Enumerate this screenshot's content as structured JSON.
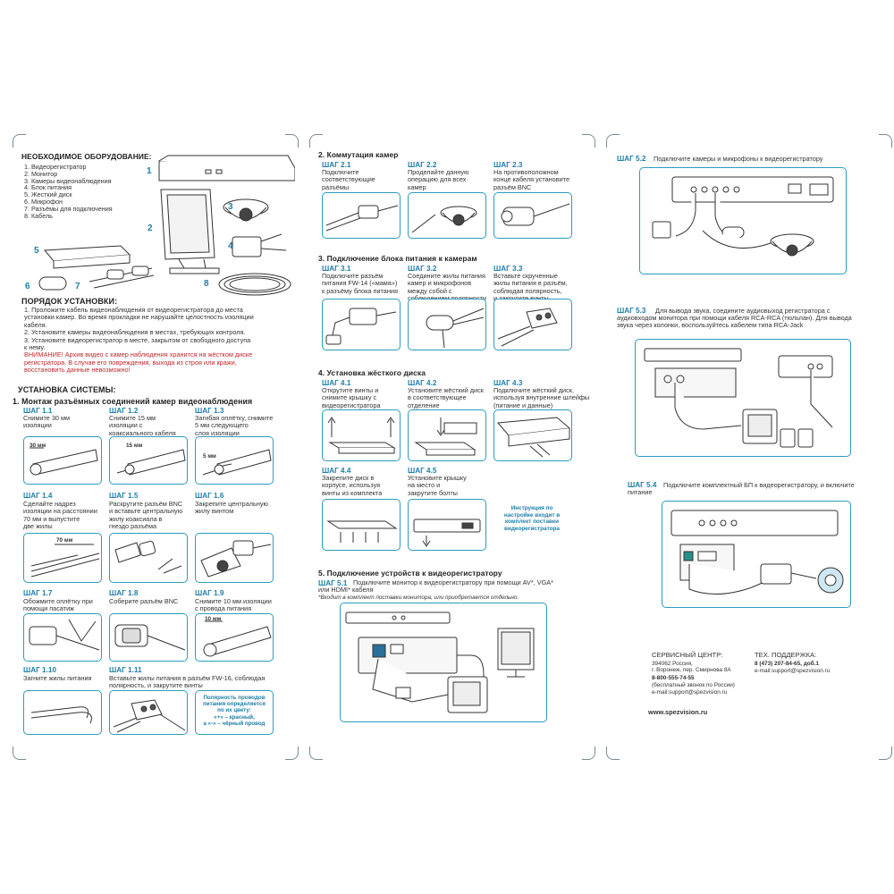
{
  "panel1": {
    "equipment_title": "НЕОБХОДИМОЕ ОБОРУДОВАНИЕ:",
    "equipment": [
      "1. Видеорегистратор",
      "2. Монитор",
      "3. Камеры видеонаблюдения",
      "4. Блок питания",
      "5. Жесткий диск",
      "6. Микрофон",
      "7. Разъёмы для подключения",
      "8. Кабель"
    ],
    "numbers": [
      "1",
      "2",
      "3",
      "4",
      "5",
      "6",
      "7",
      "8"
    ],
    "order_title": "ПОРЯДОК УСТАНОВКИ:",
    "order_lines": [
      "1. Проложите кабель видеонаблюдения от видеорегистратора до места",
      "установки камер. Во время прокладки не нарушайте целостность изоляции",
      "кабеля.",
      "2. Установите камеры видеонаблюдения в местах, требующих контроля.",
      "3. Установите видеорегистратор в месте, закрытом от свободного доступа",
      "к нему."
    ],
    "warning_lines": [
      "ВНИМАНИЕ! Архив видео с камер наблюдения хранится на жёстком диске",
      "регистратора. В случае его повреждения, выхода из строя или кражи,",
      "восстановить данные невозможно!"
    ],
    "system_title": "УСТАНОВКА СИСТЕМЫ:",
    "section1_title": "1. Монтаж разъёмных соединений камер видеонаблюдения",
    "steps": [
      {
        "label": "ШАГ 1.1",
        "lines": [
          "Снимите 30 мм",
          "изоляции"
        ]
      },
      {
        "label": "ШАГ 1.2",
        "lines": [
          "Снимите 15 мм",
          "изоляции с",
          "коаксиального кабеля"
        ]
      },
      {
        "label": "ШАГ 1.3",
        "lines": [
          "Загибая оплётку, снимите",
          "5 мм следующего",
          "слоя изоляции"
        ]
      },
      {
        "label": "ШАГ 1.4",
        "lines": [
          "Сделайте надрез",
          "изоляции на расстоянии",
          "70 мм и выпустите",
          "две жилы"
        ]
      },
      {
        "label": "ШАГ 1.5",
        "lines": [
          "Раскрутите разъём BNC",
          "и вставьте центральную",
          "жилу коаксиала в",
          "гнездо разъёма"
        ]
      },
      {
        "label": "ШАГ 1.6",
        "lines": [
          "Закрепите центральную",
          "жилу винтом"
        ]
      },
      {
        "label": "ШАГ 1.7",
        "lines": [
          "Обожмите оплётку при",
          "помощи пасатиж"
        ]
      },
      {
        "label": "ШАГ 1.8",
        "lines": [
          "Соберите разъём BNC"
        ]
      },
      {
        "label": "ШАГ 1.9",
        "lines": [
          "Снимите 10 мм изоляции",
          "с провода питания"
        ]
      },
      {
        "label": "ШАГ 1.10",
        "lines": [
          "Загните жилы питания"
        ]
      },
      {
        "label": "ШАГ 1.11",
        "lines": [
          "Вставьте жилы питания в разъём FW-16, соблюдая",
          "полярность, и закрутите винты"
        ]
      }
    ],
    "dims": [
      "30 мм",
      "15 мм",
      "5 мм",
      "70 мм",
      "10 мм"
    ],
    "polarity_note": [
      "Полярность проводов",
      "питания определяется",
      "по их цвету:",
      "«+» – красный,",
      "а «-» – чёрный провод"
    ]
  },
  "panel2": {
    "s2_title": "2. Коммутация камер",
    "s2_steps": [
      {
        "label": "ШАГ 2.1",
        "lines": [
          "Подключите",
          "соответствующие",
          "разъёмы"
        ]
      },
      {
        "label": "ШАГ 2.2",
        "lines": [
          "Проделайте данную",
          "операцию для всех",
          "камер"
        ]
      },
      {
        "label": "ШАГ 2.3",
        "lines": [
          "На противоположном",
          "конце кабеля установите",
          "разъём BNC"
        ]
      }
    ],
    "s3_title": "3. Подключение блока питания к камерам",
    "s3_steps": [
      {
        "label": "ШАГ 3.1",
        "lines": [
          "Подключите разъём",
          "питания FW-14 («мама»)",
          "к разъёму блока питания"
        ]
      },
      {
        "label": "ШАГ 3.2",
        "lines": [
          "Соедините жилы питания",
          "камер и микрофонов",
          "между собой с",
          "соблюдением полярности"
        ]
      },
      {
        "label": "ШАГ 3.3",
        "lines": [
          "Вставьте скрученные",
          "жилы питания в разъём,",
          "соблюдая полярность,",
          "и закрутите винты"
        ]
      }
    ],
    "s4_title": "4. Установка жёсткого диска",
    "s4_steps": [
      {
        "label": "ШАГ 4.1",
        "lines": [
          "Открутите винты и",
          "снимите крышку с",
          "видеорегистратора"
        ]
      },
      {
        "label": "ШАГ 4.2",
        "lines": [
          "Установите жёсткий диск",
          "в соответствующее",
          "отделение"
        ]
      },
      {
        "label": "ШАГ 4.3",
        "lines": [
          "Подключите жёсткий диск,",
          "используя внутренние шлейфы",
          "(питание и данные)"
        ]
      },
      {
        "label": "ШАГ 4.4",
        "lines": [
          "Закрепите диск в",
          "корпусе, используя",
          "винты из комплекта"
        ]
      },
      {
        "label": "ШАГ 4.5",
        "lines": [
          "Установите крышку",
          "на место и",
          "закрутите болты"
        ]
      }
    ],
    "instruction_note": [
      "Инструкция по",
      "настройке входит в",
      "комплект поставки",
      "видеорегистратора"
    ],
    "s5_title": "5. Подключение устройств к видеорегистратору",
    "s51_label": "ШАГ 5.1",
    "s51_lines": [
      "Подключите монитор к видеорегистратору при помощи AV*, VGA*",
      "или HDMI* кабеля"
    ],
    "s51_note": "*Входит в комплект поставки монитора, или приобретается отдельно."
  },
  "panel3": {
    "s52_label": "ШАГ 5.2",
    "s52_text": "Подключите камеры и микрофоны к видеорегистратору",
    "s53_label": "ШАГ 5.3",
    "s53_lines": [
      "Для вывода звука, соедините аудиовыход регистратора с",
      "аудиовходом монитора при помощи кабеля RCA-RCA (тюльпан). Для вывода",
      "звука через колонки, воспользуйтесь кабелем типа RCA-Jack"
    ],
    "s54_label": "ШАГ 5.4",
    "s54_lines": [
      "Подключите комплектный БП к видеорегистратору, и включите",
      "питание"
    ],
    "service_title": "СЕРВИСНЫЙ ЦЕНТР:",
    "service_lines": [
      "394062 Россия,",
      "г. Воронеж, пер. Смирнова 8А"
    ],
    "service_phone": "8-800-555-74-55",
    "service_free": "(бесплатный звонок по России)",
    "service_email": "e-mail:support@spezvision.ru",
    "support_title": "ТЕХ. ПОДДЕРЖКА:",
    "support_phone": "8 (473) 207-84-65, доб.1",
    "support_email": "e-mail:support@spezvision.ru",
    "website": "www.spezvision.ru"
  }
}
